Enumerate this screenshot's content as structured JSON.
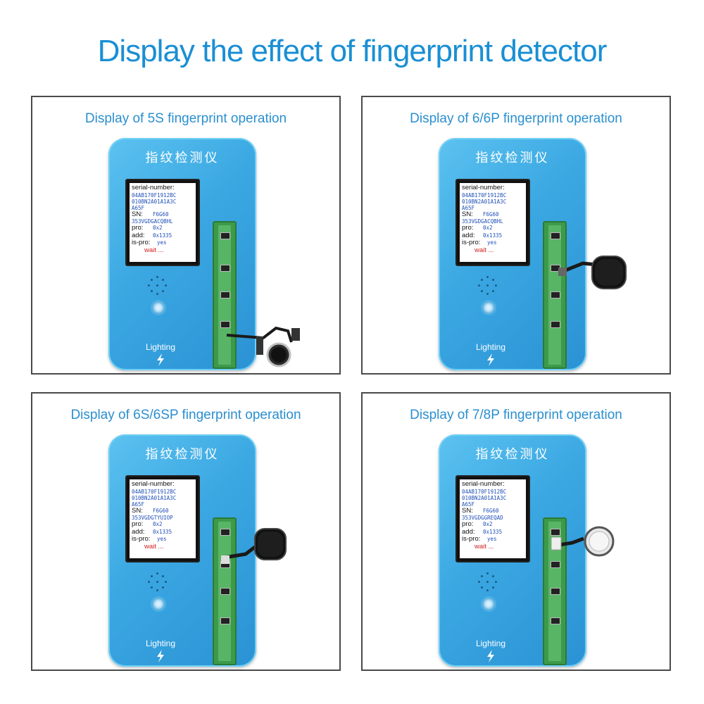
{
  "headline": "Display the effect of fingerprint detector",
  "panels": [
    {
      "caption": "Display of 5S fingerprint operation",
      "device_title": "指纹检测仪",
      "screen": {
        "serial_label": "serial-number:",
        "serial_lines": [
          "04AB170F1912BC",
          "010BN2A01A1A3C",
          "A65F"
        ],
        "sn_label": "SN:",
        "sn_value1": "F6G60",
        "sn_value2": "353VGDGACQBHL",
        "pro_label": "pro:",
        "pro_value": "0x2",
        "add_label": "add:",
        "add_value": "0x1335",
        "ispro_label": "is-pro:",
        "ispro_value": "yes",
        "wait": "wait ..."
      },
      "lighting": "Lighting"
    },
    {
      "caption": "Display of 6/6P fingerprint operation",
      "device_title": "指纹检测仪",
      "screen": {
        "serial_label": "serial-number:",
        "serial_lines": [
          "04AB170F1912BC",
          "010BN2A01A1A3C",
          "A65F"
        ],
        "sn_label": "SN:",
        "sn_value1": "F6G60",
        "sn_value2": "353VGDGACQBHL",
        "pro_label": "pro:",
        "pro_value": "0x2",
        "add_label": "add:",
        "add_value": "0x1335",
        "ispro_label": "is-pro:",
        "ispro_value": "yes",
        "wait": "wait ..."
      },
      "lighting": "Lighting"
    },
    {
      "caption": "Display of 6S/6SP fingerprint operation",
      "device_title": "指纹检测仪",
      "screen": {
        "serial_label": "serial-number:",
        "serial_lines": [
          "04AB170F1912BC",
          "010BN2A01A1A3C",
          "A65F"
        ],
        "sn_label": "SN:",
        "sn_value1": "F6G60",
        "sn_value2": "353VGDGTYUIOP",
        "pro_label": "pro:",
        "pro_value": "0x2",
        "add_label": "add:",
        "add_value": "0x1335",
        "ispro_label": "is-pro:",
        "ispro_value": "yes",
        "wait": "wait ..."
      },
      "lighting": "Lighting"
    },
    {
      "caption": "Display of 7/8P fingerprint operation",
      "device_title": "指纹检测仪",
      "screen": {
        "serial_label": "serial-number:",
        "serial_lines": [
          "04AB170F1912BC",
          "010BN2A01A1A3C",
          "A65F"
        ],
        "sn_label": "SN:",
        "sn_value1": "F6G60",
        "sn_value2": "353VGDGGREQAD",
        "pro_label": "pro:",
        "pro_value": "0x2",
        "add_label": "add:",
        "add_value": "0x1335",
        "ispro_label": "is-pro:",
        "ispro_value": "yes",
        "wait": "wait ..."
      },
      "lighting": "Lighting"
    }
  ],
  "colors": {
    "headline": "#1a8fd4",
    "device": "#3aa7e2",
    "board": "#3c9a4a",
    "wait": "#d02020"
  },
  "icons": [
    "speaker-holes-icon",
    "lightning-bolt-icon",
    "home-button-icon"
  ]
}
